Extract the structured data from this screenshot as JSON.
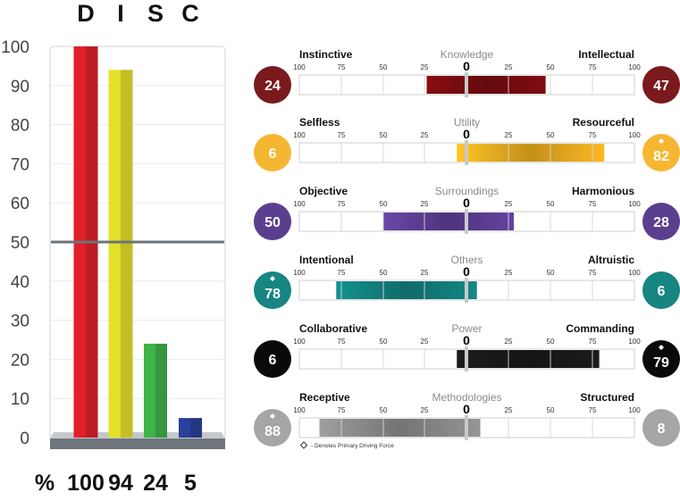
{
  "disc": {
    "letters": [
      "D",
      "I",
      "S",
      "C"
    ],
    "values": [
      100,
      94,
      24,
      5
    ],
    "percent_label": "%",
    "y_ticks": [
      0,
      10,
      20,
      30,
      40,
      50,
      60,
      70,
      80,
      90,
      100
    ],
    "midline": 50,
    "colors": [
      "#e0202a",
      "#e4e02a",
      "#3fb24a",
      "#2b3f9c"
    ]
  },
  "motivators": {
    "scale_labels": [
      "100",
      "75",
      "50",
      "25",
      "0",
      "25",
      "50",
      "75",
      "100"
    ],
    "footnote": "- Denotes Primary Driving Force",
    "rows": [
      {
        "left": "Instinctive",
        "title": "Knowledge",
        "right": "Intellectual",
        "left_score": "24",
        "right_score": "47",
        "left_primary": false,
        "right_primary": false,
        "color": "#7a0c10",
        "circle": "#7a1a1c"
      },
      {
        "left": "Selfless",
        "title": "Utility",
        "right": "Resourceful",
        "left_score": "6",
        "right_score": "82",
        "left_primary": false,
        "right_primary": true,
        "color": "#f0b020",
        "circle": "#f5b731"
      },
      {
        "left": "Objective",
        "title": "Surroundings",
        "right": "Harmonious",
        "left_score": "50",
        "right_score": "28",
        "left_primary": false,
        "right_primary": false,
        "color": "#5e3f98",
        "circle": "#5b3f8f"
      },
      {
        "left": "Intentional",
        "title": "Others",
        "right": "Altruistic",
        "left_score": "78",
        "right_score": "6",
        "left_primary": true,
        "right_primary": false,
        "color": "#128280",
        "circle": "#178582"
      },
      {
        "left": "Collaborative",
        "title": "Power",
        "right": "Commanding",
        "left_score": "6",
        "right_score": "79",
        "left_primary": false,
        "right_primary": true,
        "color": "#1a1a1a",
        "circle": "#0a0a0a"
      },
      {
        "left": "Receptive",
        "title": "Methodologies",
        "right": "Structured",
        "left_score": "88",
        "right_score": "8",
        "left_primary": true,
        "right_primary": false,
        "color": "#8e8e8e",
        "circle": "#a6a6a6"
      }
    ]
  },
  "chart_data": [
    {
      "type": "bar",
      "categories": [
        "D",
        "I",
        "S",
        "C"
      ],
      "values": [
        100,
        94,
        24,
        5
      ],
      "ylim": [
        0,
        100
      ],
      "ylabel": "",
      "xlabel": "",
      "reference_line": 50
    },
    {
      "type": "bar",
      "orientation": "horizontal-diverging",
      "categories": [
        "Knowledge",
        "Utility",
        "Surroundings",
        "Others",
        "Power",
        "Methodologies"
      ],
      "series": [
        {
          "values": [
            24,
            6,
            50,
            78,
            6,
            88
          ]
        },
        {
          "values": [
            47,
            82,
            28,
            6,
            79,
            8
          ]
        }
      ],
      "xlim": [
        -100,
        100
      ]
    }
  ]
}
